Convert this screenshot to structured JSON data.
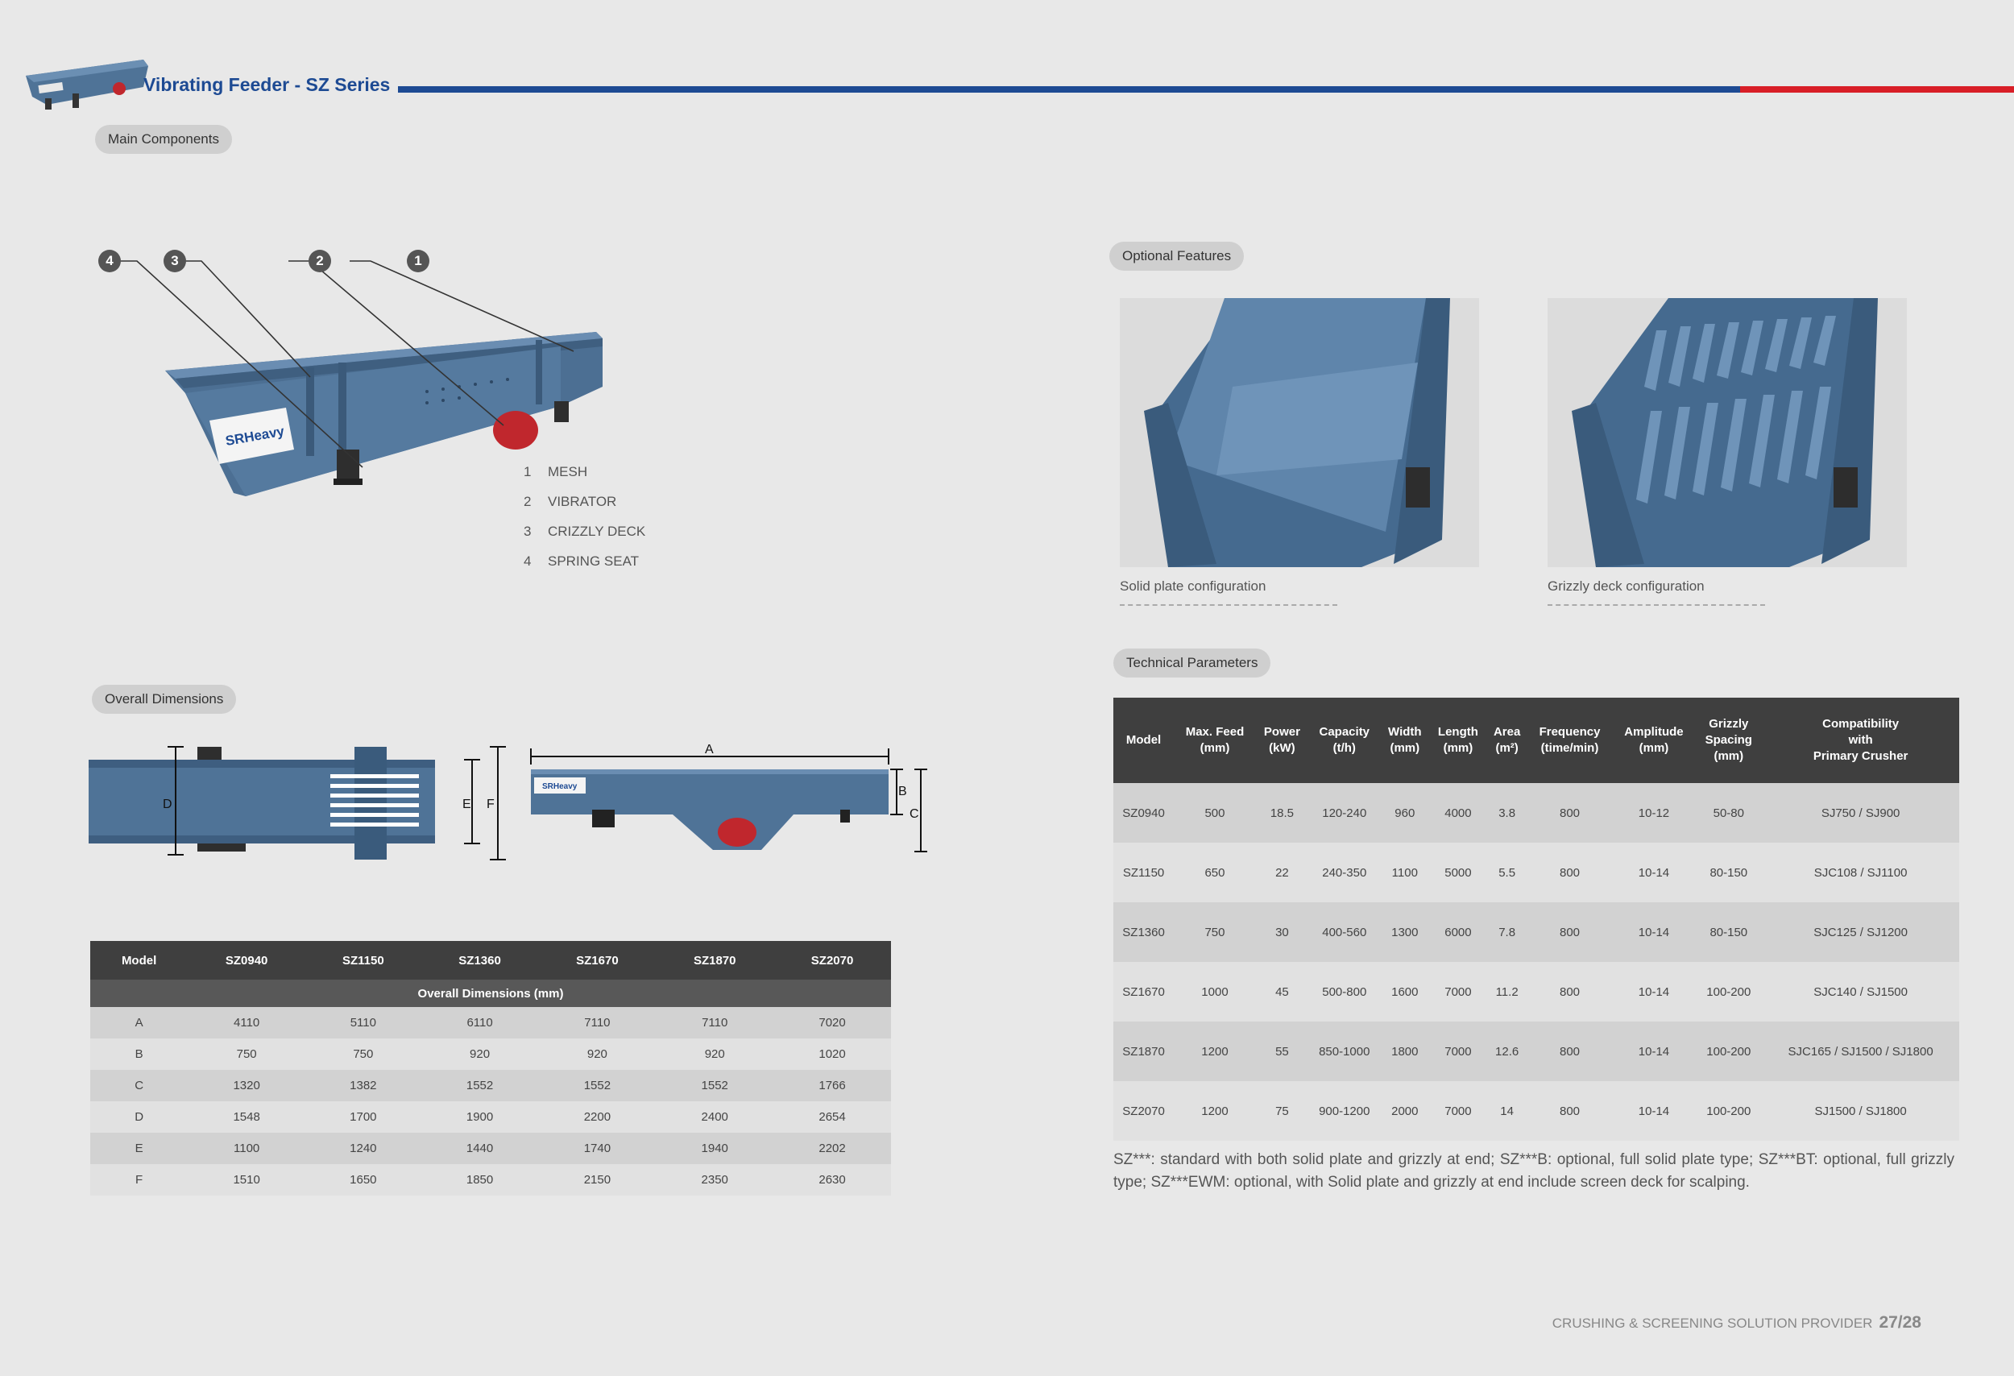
{
  "header": {
    "title": "Vibrating Feeder - SZ Series",
    "accent_blue": "#1d4a93",
    "accent_red": "#d81e27"
  },
  "sections": {
    "main_components": "Main Components",
    "optional_features": "Optional Features",
    "overall_dimensions": "Overall Dimensions",
    "technical_parameters": "Technical Parameters"
  },
  "components": {
    "callouts": [
      "4",
      "3",
      "2",
      "1"
    ],
    "brand_logo": "SRHeavy",
    "legend": [
      {
        "num": "1",
        "label": "MESH"
      },
      {
        "num": "2",
        "label": "VIBRATOR"
      },
      {
        "num": "3",
        "label": "CRIZZLY DECK"
      },
      {
        "num": "4",
        "label": "SPRING SEAT"
      }
    ]
  },
  "features": {
    "solid": "Solid plate configuration",
    "grizzly": "Grizzly deck configuration"
  },
  "drawing_labels": {
    "left": [
      "D",
      "E",
      "F"
    ],
    "right": [
      "A",
      "B",
      "C"
    ],
    "brand": "SRHeavy"
  },
  "dimensions": {
    "headers": [
      "Model",
      "SZ0940",
      "SZ1150",
      "SZ1360",
      "SZ1670",
      "SZ1870",
      "SZ2070"
    ],
    "subheader": "Overall Dimensions (mm)",
    "rows": [
      [
        "A",
        "4110",
        "5110",
        "6110",
        "7110",
        "7110",
        "7020"
      ],
      [
        "B",
        "750",
        "750",
        "920",
        "920",
        "920",
        "1020"
      ],
      [
        "C",
        "1320",
        "1382",
        "1552",
        "1552",
        "1552",
        "1766"
      ],
      [
        "D",
        "1548",
        "1700",
        "1900",
        "2200",
        "2400",
        "2654"
      ],
      [
        "E",
        "1100",
        "1240",
        "1440",
        "1740",
        "1940",
        "2202"
      ],
      [
        "F",
        "1510",
        "1650",
        "1850",
        "2150",
        "2350",
        "2630"
      ]
    ]
  },
  "technical": {
    "headers": [
      {
        "l1": "Model",
        "l2": "",
        "l3": ""
      },
      {
        "l1": "Max. Feed",
        "l2": "(mm)",
        "l3": ""
      },
      {
        "l1": "Power",
        "l2": "(kW)",
        "l3": ""
      },
      {
        "l1": "Capacity",
        "l2": "(t/h)",
        "l3": ""
      },
      {
        "l1": "Width",
        "l2": "(mm)",
        "l3": ""
      },
      {
        "l1": "Length",
        "l2": "(mm)",
        "l3": ""
      },
      {
        "l1": "Area",
        "l2": "(m²)",
        "l3": ""
      },
      {
        "l1": "Frequency",
        "l2": "(time/min)",
        "l3": ""
      },
      {
        "l1": "Amplitude",
        "l2": "(mm)",
        "l3": ""
      },
      {
        "l1": "Grizzly",
        "l2": "Spacing",
        "l3": "(mm)"
      },
      {
        "l1": "Compatibility",
        "l2": "with",
        "l3": "Primary Crusher"
      }
    ],
    "rows": [
      [
        "SZ0940",
        "500",
        "18.5",
        "120-240",
        "960",
        "4000",
        "3.8",
        "800",
        "10-12",
        "50-80",
        "SJ750 / SJ900"
      ],
      [
        "SZ1150",
        "650",
        "22",
        "240-350",
        "1100",
        "5000",
        "5.5",
        "800",
        "10-14",
        "80-150",
        "SJC108 / SJ1100"
      ],
      [
        "SZ1360",
        "750",
        "30",
        "400-560",
        "1300",
        "6000",
        "7.8",
        "800",
        "10-14",
        "80-150",
        "SJC125 / SJ1200"
      ],
      [
        "SZ1670",
        "1000",
        "45",
        "500-800",
        "1600",
        "7000",
        "11.2",
        "800",
        "10-14",
        "100-200",
        "SJC140 / SJ1500"
      ],
      [
        "SZ1870",
        "1200",
        "55",
        "850-1000",
        "1800",
        "7000",
        "12.6",
        "800",
        "10-14",
        "100-200",
        "SJC165 / SJ1500 / SJ1800"
      ],
      [
        "SZ2070",
        "1200",
        "75",
        "900-1200",
        "2000",
        "7000",
        "14",
        "800",
        "10-14",
        "100-200",
        "SJ1500 / SJ1800"
      ]
    ],
    "note": "SZ***: standard with both solid plate and grizzly at end; SZ***B: optional, full solid plate type; SZ***BT: optional, full grizzly type; SZ***EWM: optional, with Solid plate and grizzly at end include screen deck for scalping."
  },
  "footer": {
    "tagline": "CRUSHING & SCREENING SOLUTION PROVIDER",
    "page": "27/28"
  }
}
